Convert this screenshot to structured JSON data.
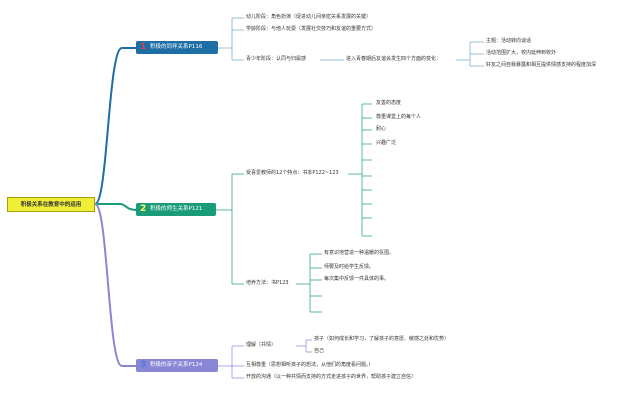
{
  "root": {
    "label": "积极关系在教育中的运用"
  },
  "branches": [
    {
      "num": "1",
      "label": "积极的同伴关系P116",
      "color": "#1e6ea6",
      "num_color": "#e04040",
      "children": [
        {
          "text": "幼儿阶段：角色扮演（促进幼儿间亲密关系发展的关键）"
        },
        {
          "text": "学龄阶段：与他人玩耍（发展社交技巧和友谊的重要方式）"
        },
        {
          "text": "青少年阶段：认同与归属感",
          "sub": "进入青春期后友谊会发生四个方面的变化：",
          "items": [
            "主题：活动转向谈话",
            "活动范围扩大，校内延伸到校外",
            "好友之间自我暴露和相互提供情感支持的程度加深"
          ]
        }
      ]
    },
    {
      "num": "2",
      "label": "积极的师生关系P121",
      "color": "#1a9c78",
      "num_color": "#ffff66",
      "children": [
        {
          "text": "受喜爱教师的12个特点：书本P122~123",
          "items": [
            "友善的态度",
            "尊重课堂上的每个人",
            "耐心",
            "兴趣广泛"
          ]
        },
        {
          "text": "培养方法：书P123",
          "items": [
            "有意识地营造一种温暖的氛围。",
            "师要及时给学生反馈。",
            "每次集中反馈一件具体的事。"
          ]
        }
      ]
    },
    {
      "num": "3",
      "label": "积极的亲子关系P124",
      "color": "#8a86d6",
      "num_color": "#4a7ee0",
      "children": [
        {
          "text": "理解（共情）",
          "items": [
            "孩子（如何成长和学习，了解孩子的意愿、敏感之处和优势）",
            "自己"
          ]
        },
        {
          "text": "互相尊重（思想相听孩子的想法，从他们的角度看问题。）"
        },
        {
          "text": "开放的沟通（以一种共情而支持的方式走进孩子的世界，帮助孩子建立自信）"
        }
      ]
    }
  ],
  "colors": {
    "line_blue": "#1e6ea6",
    "line_green": "#1a9c78",
    "line_purple": "#8a86d6",
    "line_thin": "#6fa8c8"
  }
}
